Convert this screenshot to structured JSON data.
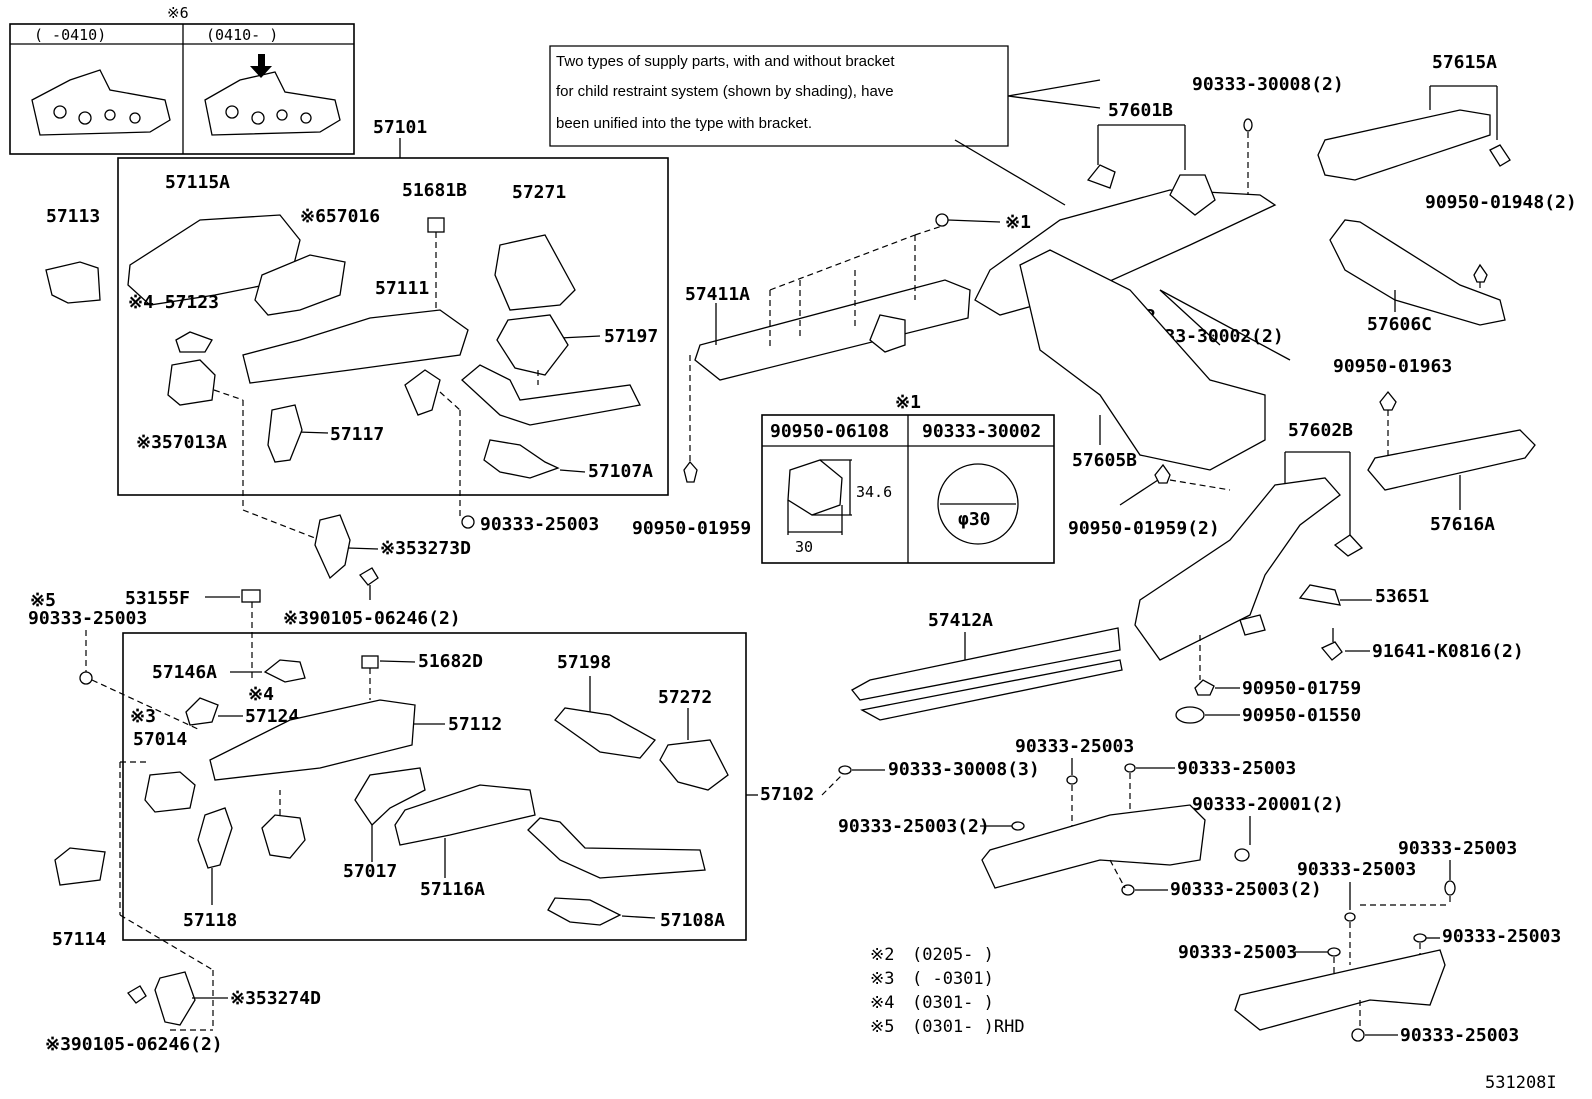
{
  "inset6": {
    "mark": "※6",
    "left": "(      -0410)",
    "right": "(0410-      )"
  },
  "note": {
    "line1": "Two  types  of  supply parts, with and without bracket",
    "line2": "for child restraint system  (shown  by  shading), have",
    "line3": "been  unified  into the type  with  bracket."
  },
  "ref1": {
    "mark": "※1",
    "col1": "90950-06108",
    "col2": "90333-30002",
    "dim_h": "34.6",
    "dim_w": "30",
    "dim_d": "φ30"
  },
  "legend": [
    {
      "mark": "※2",
      "text": "(0205-      )"
    },
    {
      "mark": "※3",
      "text": "(      -0301)"
    },
    {
      "mark": "※4",
      "text": "(0301-      )"
    },
    {
      "mark": "※5",
      "text": "(0301-      )RHD"
    }
  ],
  "footer": "531208I",
  "labels": {
    "p57101": "57101",
    "p57115A": "57115A",
    "p57016": "※657016",
    "p51681B": "51681B",
    "p57271": "57271",
    "p57113": "57113",
    "p57111": "57111",
    "p57123": "※4 57123",
    "p57197": "57197",
    "p57013A": "※357013A",
    "p57117": "57117",
    "p57107A": "57107A",
    "p57411A": "57411A",
    "p90950_01959": "90950-01959",
    "p90333_25003a": "90333-25003",
    "p53273D": "※353273D",
    "p90105a": "※390105-06246(2)",
    "p53155F": "53155F",
    "p5mark": "※5",
    "p90333_25003b": "90333-25003",
    "p57146A": "57146A",
    "p51682D": "51682D",
    "p57198": "57198",
    "p57272": "57272",
    "p4mark": "※4",
    "p57124": "57124",
    "p57112": "57112",
    "p3mark": "※3",
    "p57014": "57014",
    "p57102": "57102",
    "p57017": "57017",
    "p57116A": "57116A",
    "p57118": "57118",
    "p57114": "57114",
    "p57108A": "57108A",
    "p53274D": "※353274D",
    "p90105b": "※390105-06246(2)",
    "p57601B": "57601B",
    "p90333_30008_2": "90333-30008(2)",
    "p57615A": "57615A",
    "p90950_01948": "90950-01948(2)",
    "p57606C": "57606C",
    "p1mark": "※1",
    "p2mark": "※2",
    "p90333_30002_2": "90333-30002(2)",
    "p90950_01963": "90950-01963",
    "p57605B": "57605B",
    "p57602B": "57602B",
    "p57616A": "57616A",
    "p90950_01959_2": "90950-01959(2)",
    "p53651": "53651",
    "p91641": "91641-K0816(2)",
    "p57412A": "57412A",
    "p90950_01759": "90950-01759",
    "p90950_01550": "90950-01550",
    "p90333_30008_3": "90333-30008(3)",
    "p90333_25003c": "90333-25003",
    "p90333_25003d": "90333-25003",
    "p90333_20001": "90333-20001(2)",
    "p90333_25003_2a": "90333-25003(2)",
    "p90333_25003_2b": "90333-25003(2)",
    "p90333_25003e": "90333-25003",
    "p90333_25003f": "90333-25003",
    "p90333_25003g": "90333-25003",
    "p90333_25003h": "90333-25003",
    "p90333_25003i": "90333-25003"
  }
}
